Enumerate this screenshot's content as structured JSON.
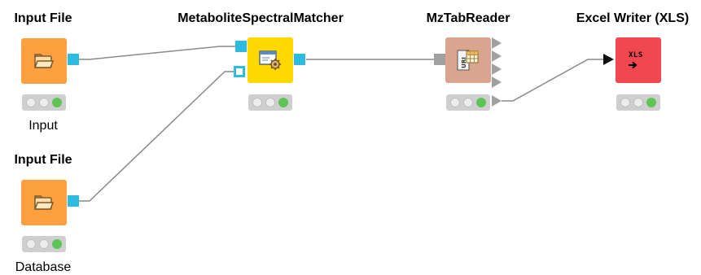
{
  "workflow": {
    "nodes": [
      {
        "id": "input-file-1",
        "title": "Input File",
        "caption": "Input",
        "color": "#ffa040",
        "icon": "folder-open-icon"
      },
      {
        "id": "input-file-2",
        "title": "Input File",
        "caption": "Database",
        "color": "#ffa040",
        "icon": "folder-open-icon"
      },
      {
        "id": "metabolite-spectral-matcher",
        "title": "MetaboliteSpectralMatcher",
        "caption": "",
        "color": "#ffd800",
        "icon": "window-gear-icon"
      },
      {
        "id": "mztab-reader",
        "title": "MzTabReader",
        "caption": "",
        "color": "#d9a58e",
        "icon": "uri-table-icon"
      },
      {
        "id": "excel-writer",
        "title": "Excel Writer (XLS)",
        "caption": "",
        "color": "#f0484e",
        "icon": "xls-arrow-icon",
        "icon_text": "XLS"
      }
    ],
    "status_colors": {
      "idle": "#ededed",
      "executed": "#5fc456",
      "panel": "#cfcfcf"
    },
    "port_colors": {
      "file_port": "#2ebbe0",
      "table_port": "#a0a0a0",
      "connection": "#8a8a8a"
    }
  }
}
